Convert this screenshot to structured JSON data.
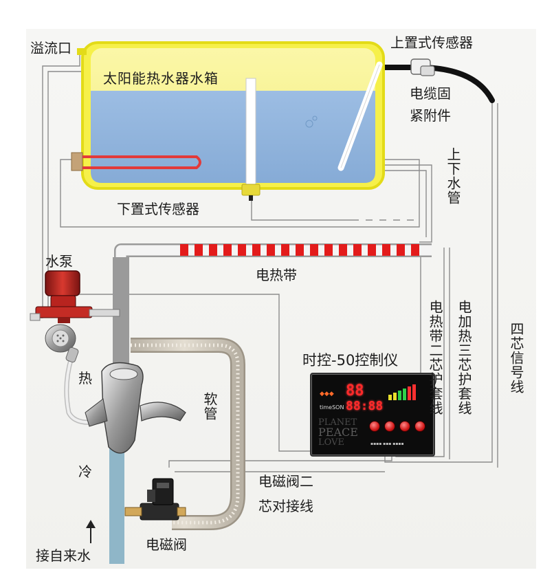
{
  "labels": {
    "overflow_port": "溢流口",
    "tank": "太阳能热水器水箱",
    "upper_sensor": "上置式传感器",
    "cable_fixture_line1": "电缆固",
    "cable_fixture_line2": "紧附件",
    "up_down_pipe": "上下水管",
    "lower_sensor": "下置式传感器",
    "pump": "水泵",
    "heating_tape": "电热带",
    "hot": "热",
    "cold": "冷",
    "hose": "软管",
    "controller": "时控-50控制仪",
    "heating_tape_cable": "电热带二芯护套线",
    "heater_cable": "电加热三芯护套线",
    "signal_cable": "四芯信号线",
    "valve_wire_line1": "电磁阀二",
    "valve_wire_line2": "芯对接线",
    "solenoid_valve": "电磁阀",
    "tap_water": "接自来水"
  },
  "controller_panel": {
    "display_big": "88",
    "display_mid": "88:88",
    "brand": "timeSON",
    "decor_line1": "PLANET",
    "decor_line2": "PEACE",
    "decor_line3": "LOVE"
  },
  "colors": {
    "tank_outline": "#e8e41c",
    "tank_water": "#8fb4dc",
    "heating_element": "#e23a3a",
    "heating_tape_red": "#e31b1b",
    "pipe_copper": "#d9793d",
    "pipe_cold": "#9fd3ea",
    "controller_bg": "#0c0c0c",
    "display_red": "#ff2a2a"
  }
}
